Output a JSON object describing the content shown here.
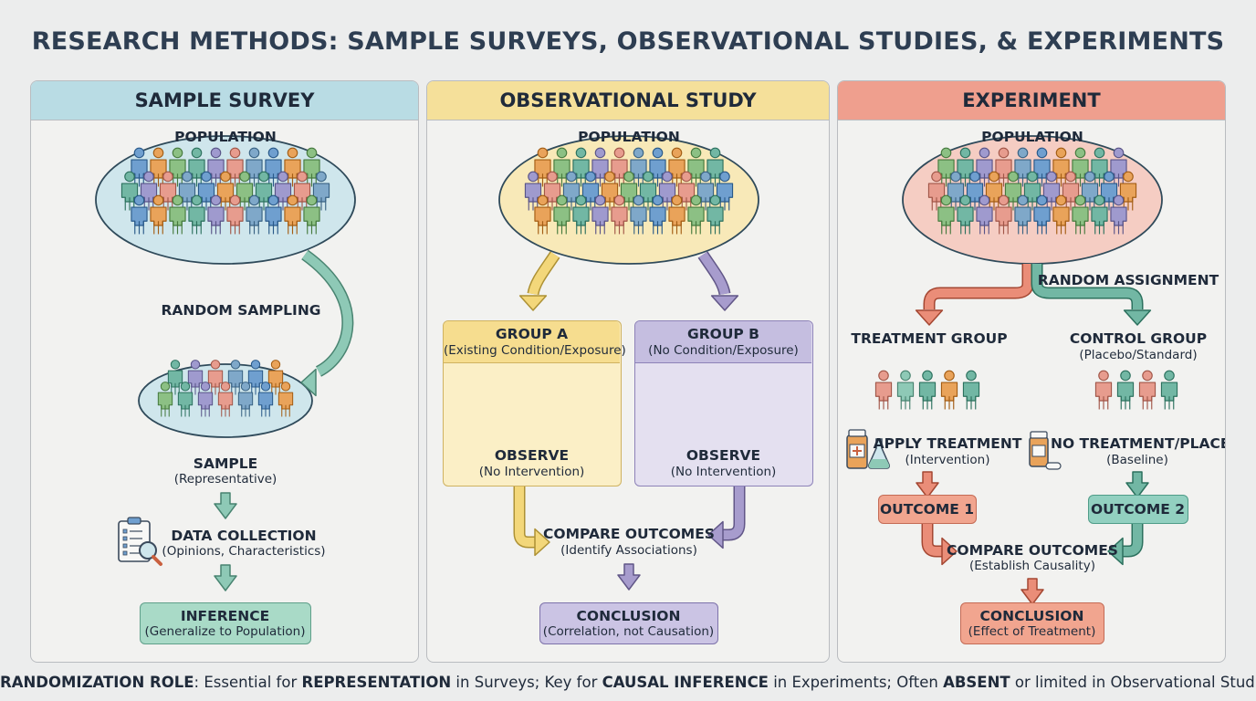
{
  "title": "RESEARCH METHODS: SAMPLE SURVEYS, OBSERVATIONAL STUDIES, & EXPERIMENTS",
  "colors": {
    "survey_header": "#b9dce4",
    "observational_header": "#f5e09a",
    "experiment_header": "#ef9f8e",
    "teal": "#8ec9b6",
    "yellow": "#f3d77a",
    "purple": "#a79ccd",
    "salmon": "#ea8d78"
  },
  "survey": {
    "header": "SAMPLE SURVEY",
    "population_label": "POPULATION",
    "arrow_label": "RANDOM SAMPLING",
    "sample_label": "SAMPLE",
    "sample_sub": "(Representative)",
    "data_label": "DATA COLLECTION",
    "data_sub": "(Opinions, Characteristics)",
    "inference_label": "INFERENCE",
    "inference_sub": "(Generalize to Population)",
    "icon": "clipboard-magnifier-icon"
  },
  "observational": {
    "header": "OBSERVATIONAL STUDY",
    "population_label": "POPULATION",
    "group_a_title": "GROUP A",
    "group_a_sub": "(Existing Condition/Exposure)",
    "group_a_observe": "OBSERVE",
    "group_a_observe_sub": "(No Intervention)",
    "group_b_title": "GROUP B",
    "group_b_sub": "(No Condition/Exposure)",
    "group_b_observe": "OBSERVE",
    "group_b_observe_sub": "(No Intervention)",
    "compare_label": "COMPARE OUTCOMES",
    "compare_sub": "(Identify Associations)",
    "conclusion_label": "CONCLUSION",
    "conclusion_sub": "(Correlation, not Causation)"
  },
  "experiment": {
    "header": "EXPERIMENT",
    "population_label": "POPULATION",
    "assignment_label": "RANDOM ASSIGNMENT",
    "treatment_label": "TREATMENT GROUP",
    "control_label": "CONTROL GROUP",
    "control_sub": "(Placebo/Standard)",
    "apply_label": "APPLY TREATMENT",
    "apply_sub": "(Intervention)",
    "no_treatment_label": "NO TREATMENT/PLACEBO",
    "no_treatment_sub": "(Baseline)",
    "outcome1": "OUTCOME 1",
    "outcome2": "OUTCOME 2",
    "compare_label": "COMPARE OUTCOMES",
    "compare_sub": "(Establish Causality)",
    "conclusion_label": "CONCLUSION",
    "conclusion_sub": "(Effect of Treatment)",
    "treatment_icon": "medicine-bottle-flask-icon",
    "placebo_icon": "pill-bottle-icon"
  },
  "footer": {
    "bold1": "RANDOMIZATION ROLE",
    "text1": ": Essential for ",
    "bold2": "REPRESENTATION",
    "text2": " in Surveys; Key for ",
    "bold3": "CAUSAL INFERENCE",
    "text3": " in Experiments; Often ",
    "bold4": "ABSENT",
    "text4": " or limited in Observational Studies."
  }
}
